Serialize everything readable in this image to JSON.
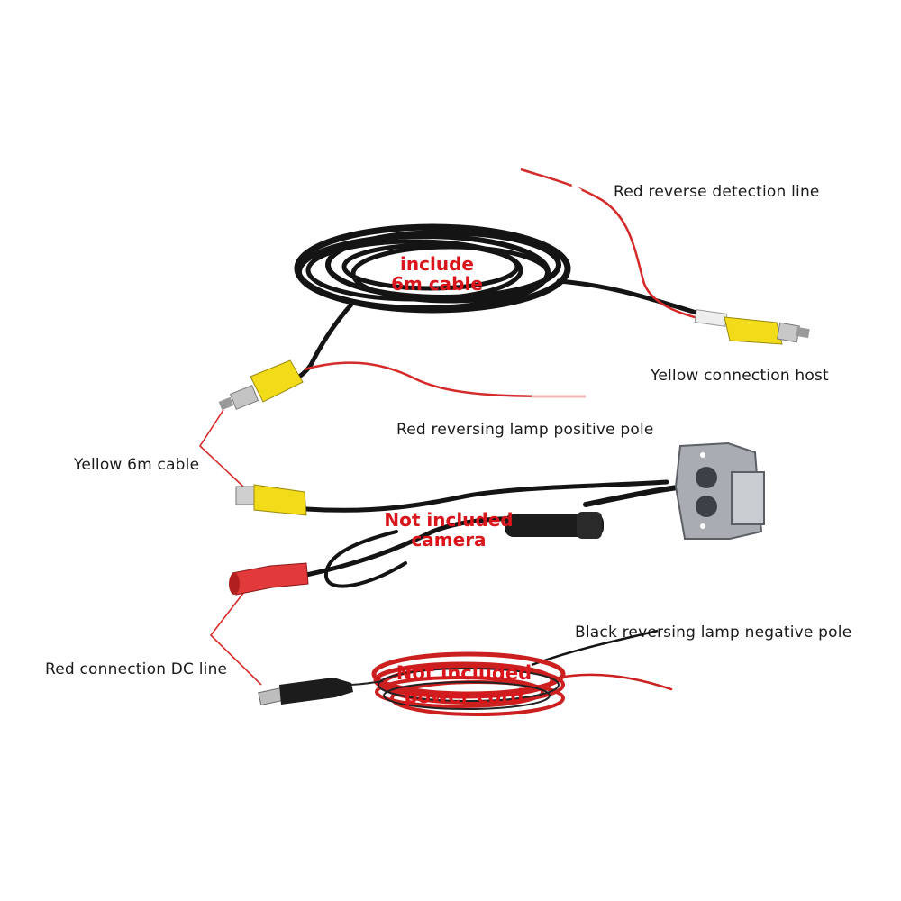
{
  "labels": {
    "red_reverse_detection_line": "Red reverse detection line",
    "yellow_connection_host": "Yellow connection host",
    "red_reversing_lamp_positive_pole": "Red reversing lamp positive pole",
    "yellow_6m_cable": "Yellow 6m cable",
    "black_reversing_lamp_negative_pole": "Black reversing lamp negative pole",
    "red_connection_dc_line": "Red connection DC line"
  },
  "overlays": {
    "cable": {
      "line1": "include",
      "line2": "6m cable"
    },
    "camera": {
      "line1": "Not included",
      "line2": "camera"
    },
    "power": {
      "line1": "Not included",
      "line2": "power cord"
    }
  },
  "colors": {
    "background": "#ffffff",
    "cable_black": "#141414",
    "wire_red": "#d42a2a",
    "connector_yellow": "#f2dc1a",
    "overlay_red": "#d8161b"
  }
}
